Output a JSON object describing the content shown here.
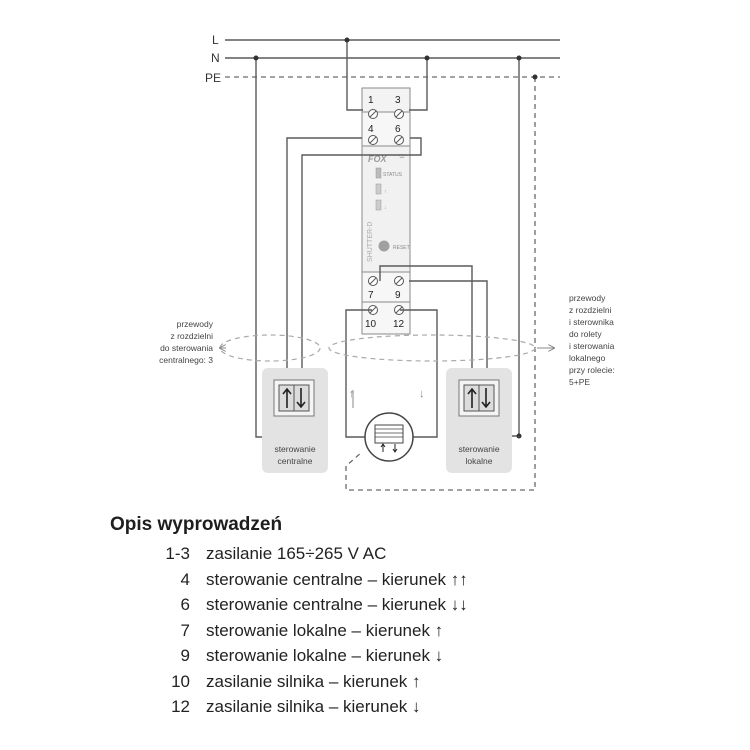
{
  "diagram": {
    "lines": {
      "L": "L",
      "N": "N",
      "PE": "PE"
    },
    "device": {
      "logo": "FOX",
      "model": "SHUTTER-D",
      "status_label": "STATUS",
      "up_arrow": "↑",
      "down_arrow": "↓",
      "reset_label": "RESET"
    },
    "terminals": {
      "t1": "1",
      "t3": "3",
      "t4": "4",
      "t6": "6",
      "t7": "7",
      "t9": "9",
      "t10": "10",
      "t12": "12"
    },
    "note_left": [
      "przewody",
      "z rozdzielni",
      "do sterowania",
      "centralnego: 3"
    ],
    "note_right": [
      "przewody",
      "z rozdzielni",
      "i sterownika",
      "do rolety",
      "i sterowania",
      "lokalnego",
      "przy rolecie:",
      "5+PE"
    ],
    "switch_central_label": [
      "sterowanie",
      "centralne"
    ],
    "switch_local_label": [
      "sterowanie",
      "lokalne"
    ],
    "motor_up_arrow": "↑",
    "motor_down_arrow": "↓"
  },
  "legend": {
    "title": "Opis wyprowadzeń",
    "rows": [
      {
        "pin": "1-3",
        "desc": "zasilanie 165÷265 V AC"
      },
      {
        "pin": "4",
        "desc": "sterowanie centralne – kierunek ↑↑"
      },
      {
        "pin": "6",
        "desc": "sterowanie centralne – kierunek ↓↓"
      },
      {
        "pin": "7",
        "desc": "sterowanie lokalne – kierunek ↑"
      },
      {
        "pin": "9",
        "desc": "sterowanie lokalne – kierunek ↓"
      },
      {
        "pin": "10",
        "desc": "zasilanie silnika – kierunek ↑"
      },
      {
        "pin": "12",
        "desc": "zasilanie silnika – kierunek ↓"
      }
    ]
  }
}
